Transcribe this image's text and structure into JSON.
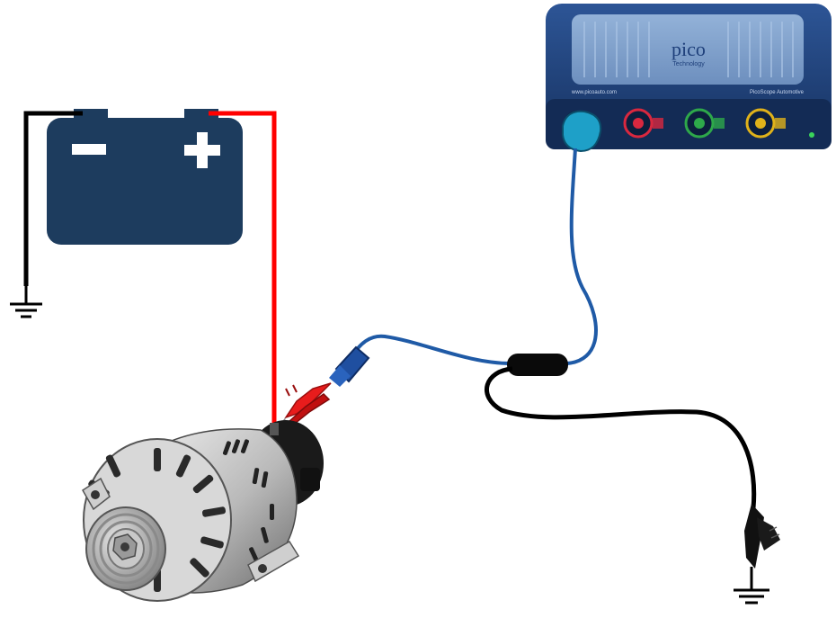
{
  "scope": {
    "brand": "pico",
    "brand_sub": "Technology",
    "website": "www.picoauto.com",
    "model": "PicoScope Automotive"
  },
  "colors": {
    "battery": "#1d3c5e",
    "positive_lead": "#ff0000",
    "negative_lead": "#000000",
    "probe_cable": "#1f5aa6",
    "scope_body": "#1e3f7a",
    "scope_panel": "#7f9fc8",
    "channel_a": "#1ea0c8",
    "channel_b": "#d9283f",
    "channel_c": "#2ea84a",
    "channel_d": "#e0b21a"
  }
}
